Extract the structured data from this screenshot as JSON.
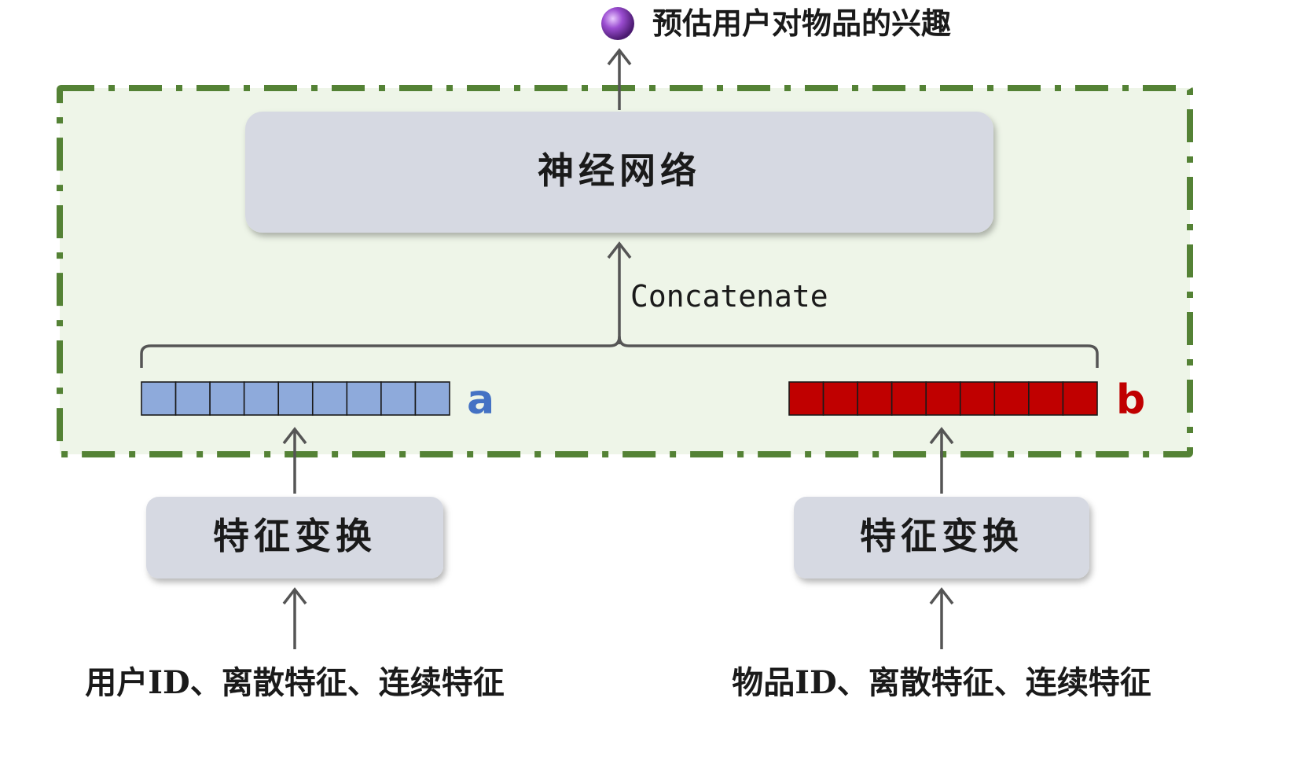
{
  "output_label": "预估用户对物品的兴趣",
  "network_label": "神经网络",
  "concat_label": "Concatenate",
  "left": {
    "vector_label": "a",
    "transform_label": "特征变换",
    "input_label": "用户ID、离散特征、连续特征",
    "color": "#8eaadb",
    "label_color": "#4472c4",
    "cells": 9
  },
  "right": {
    "vector_label": "b",
    "transform_label": "特征变换",
    "input_label": "物品ID、离散特征、连续特征",
    "color": "#c00000",
    "label_color": "#c00000",
    "cells": 9
  },
  "colors": {
    "output": "#7030a0",
    "group_border": "#548235",
    "group_fill": "#eef5e8",
    "box_fill": "#d6d9e2"
  }
}
